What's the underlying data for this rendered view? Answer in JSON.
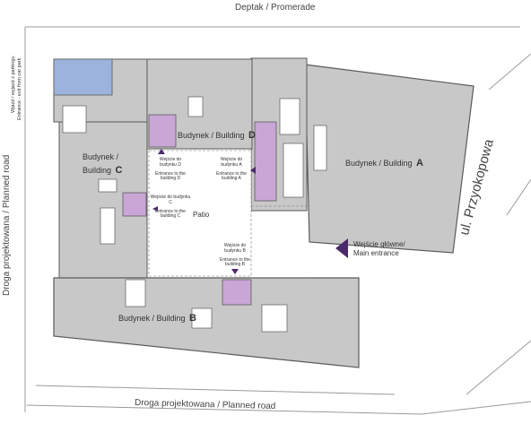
{
  "streets": {
    "top": "Deptak / Promerade",
    "left": "Droga projektowana / Planned road",
    "bottom": "Droga projektowana / Planned road",
    "right": "ul. Przyokopowa"
  },
  "car_park": {
    "line1": "Wjazd / wyjazd z parkingu",
    "line2": "Entrance - exit from car park"
  },
  "buildings": {
    "a": {
      "name": "Budynek / Building",
      "letter": "A"
    },
    "b": {
      "name": "Budynek / Building",
      "letter": "B"
    },
    "c": {
      "name_line1": "Budynek /",
      "name_line2": "Building",
      "letter": "C"
    },
    "d": {
      "name": "Budynek / Building",
      "letter": "D"
    }
  },
  "entrances": {
    "a": {
      "pl": "Wejście do budynku A",
      "en": "Entrance to the building A"
    },
    "b": {
      "pl": "Wejście do budynku B",
      "en": "Entrance to the building B"
    },
    "c": {
      "pl": "Wejście do budynku C",
      "en": "Entrance to the building C"
    },
    "d": {
      "pl": "Wejście do budynku D",
      "en": "Entrance to the building D"
    }
  },
  "patio": "Patio",
  "main_entrance": {
    "line1": "Wejście główne/",
    "line2": "Main entrance"
  },
  "colors": {
    "building_fill": "#c8c8c8",
    "building_stroke": "#5a5a5a",
    "entrance_highlight": "#c9a6d6",
    "parking": "#9bb3dd",
    "arrow": "#4b2a6b"
  }
}
